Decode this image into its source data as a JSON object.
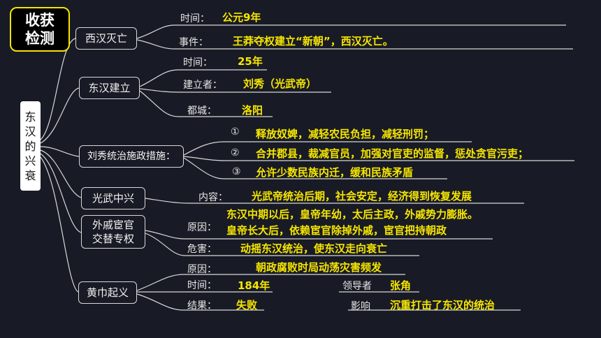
{
  "badge": {
    "line1": "收获",
    "line2": "检测"
  },
  "root": {
    "chars": [
      "东",
      "汉",
      "的",
      "兴",
      "衰"
    ]
  },
  "nodes": {
    "xihan": {
      "title": "西汉灭亡",
      "time_label": "时间：",
      "time_value": "公元9年",
      "event_label": "事件：",
      "event_value": "王莽夺权建立“新朝”，西汉灭亡。"
    },
    "donghan": {
      "title": "东汉建立",
      "time_label": "时间：",
      "time_value": "25年",
      "founder_label": "建立者：",
      "founder_value": "刘秀（光武帝）",
      "capital_label": "都城：",
      "capital_value": "洛阳"
    },
    "liuxiu": {
      "title": "刘秀统治施政措施：",
      "items": [
        {
          "num": "①",
          "text": "释放奴婢，减轻农民负担，减轻刑罚；"
        },
        {
          "num": "②",
          "text": "合并郡县，裁减官员，加强对官吏的监督，惩处贪官污吏；"
        },
        {
          "num": "③",
          "text": "允许少数民族内迁，缓和民族矛盾"
        }
      ]
    },
    "zhongxing": {
      "title": "光武中兴",
      "content_label": "内容：",
      "content_value": "光武帝统治后期，社会安定，经济得到恢复发展"
    },
    "waiqi": {
      "title_line1": "外戚宦官",
      "title_line2": "交替专权",
      "cause_label": "原因：",
      "cause_line1": "东汉中期以后，皇帝年幼，太后主政，外戚势力膨胀。",
      "cause_line2": "皇帝长大后，依赖宦官除掉外戚，宦官把持朝政",
      "harm_label": "危害：",
      "harm_value": "动摇东汉统治，使东汉走向衰亡"
    },
    "huangjin": {
      "title": "黄巾起义",
      "cause_label": "原因：",
      "cause_value": "朝政腐败时局动荡灾害频发",
      "time_label": "时间：",
      "time_value": "184年",
      "leader_label": "领导者",
      "leader_value": "张角",
      "result_label": "结果：",
      "result_value": "失败",
      "impact_label": "影响",
      "impact_value": "沉重打击了东汉的统治"
    }
  },
  "colors": {
    "background": "#181b25",
    "accent": "#f7e600",
    "line": "#d8d8d8"
  }
}
